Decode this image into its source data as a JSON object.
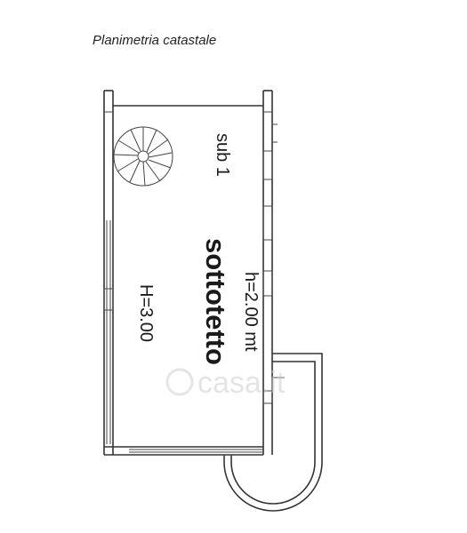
{
  "title": "Planimetria catastale",
  "labels": {
    "room": "sottotetto",
    "unit": "sub 1",
    "height_max": "H=3.00",
    "height_min": "h=2.00 mt"
  },
  "watermark": "casa.it",
  "colors": {
    "lines": "#333333",
    "text": "#1a1a1a",
    "watermark": "#cfcfcf"
  }
}
